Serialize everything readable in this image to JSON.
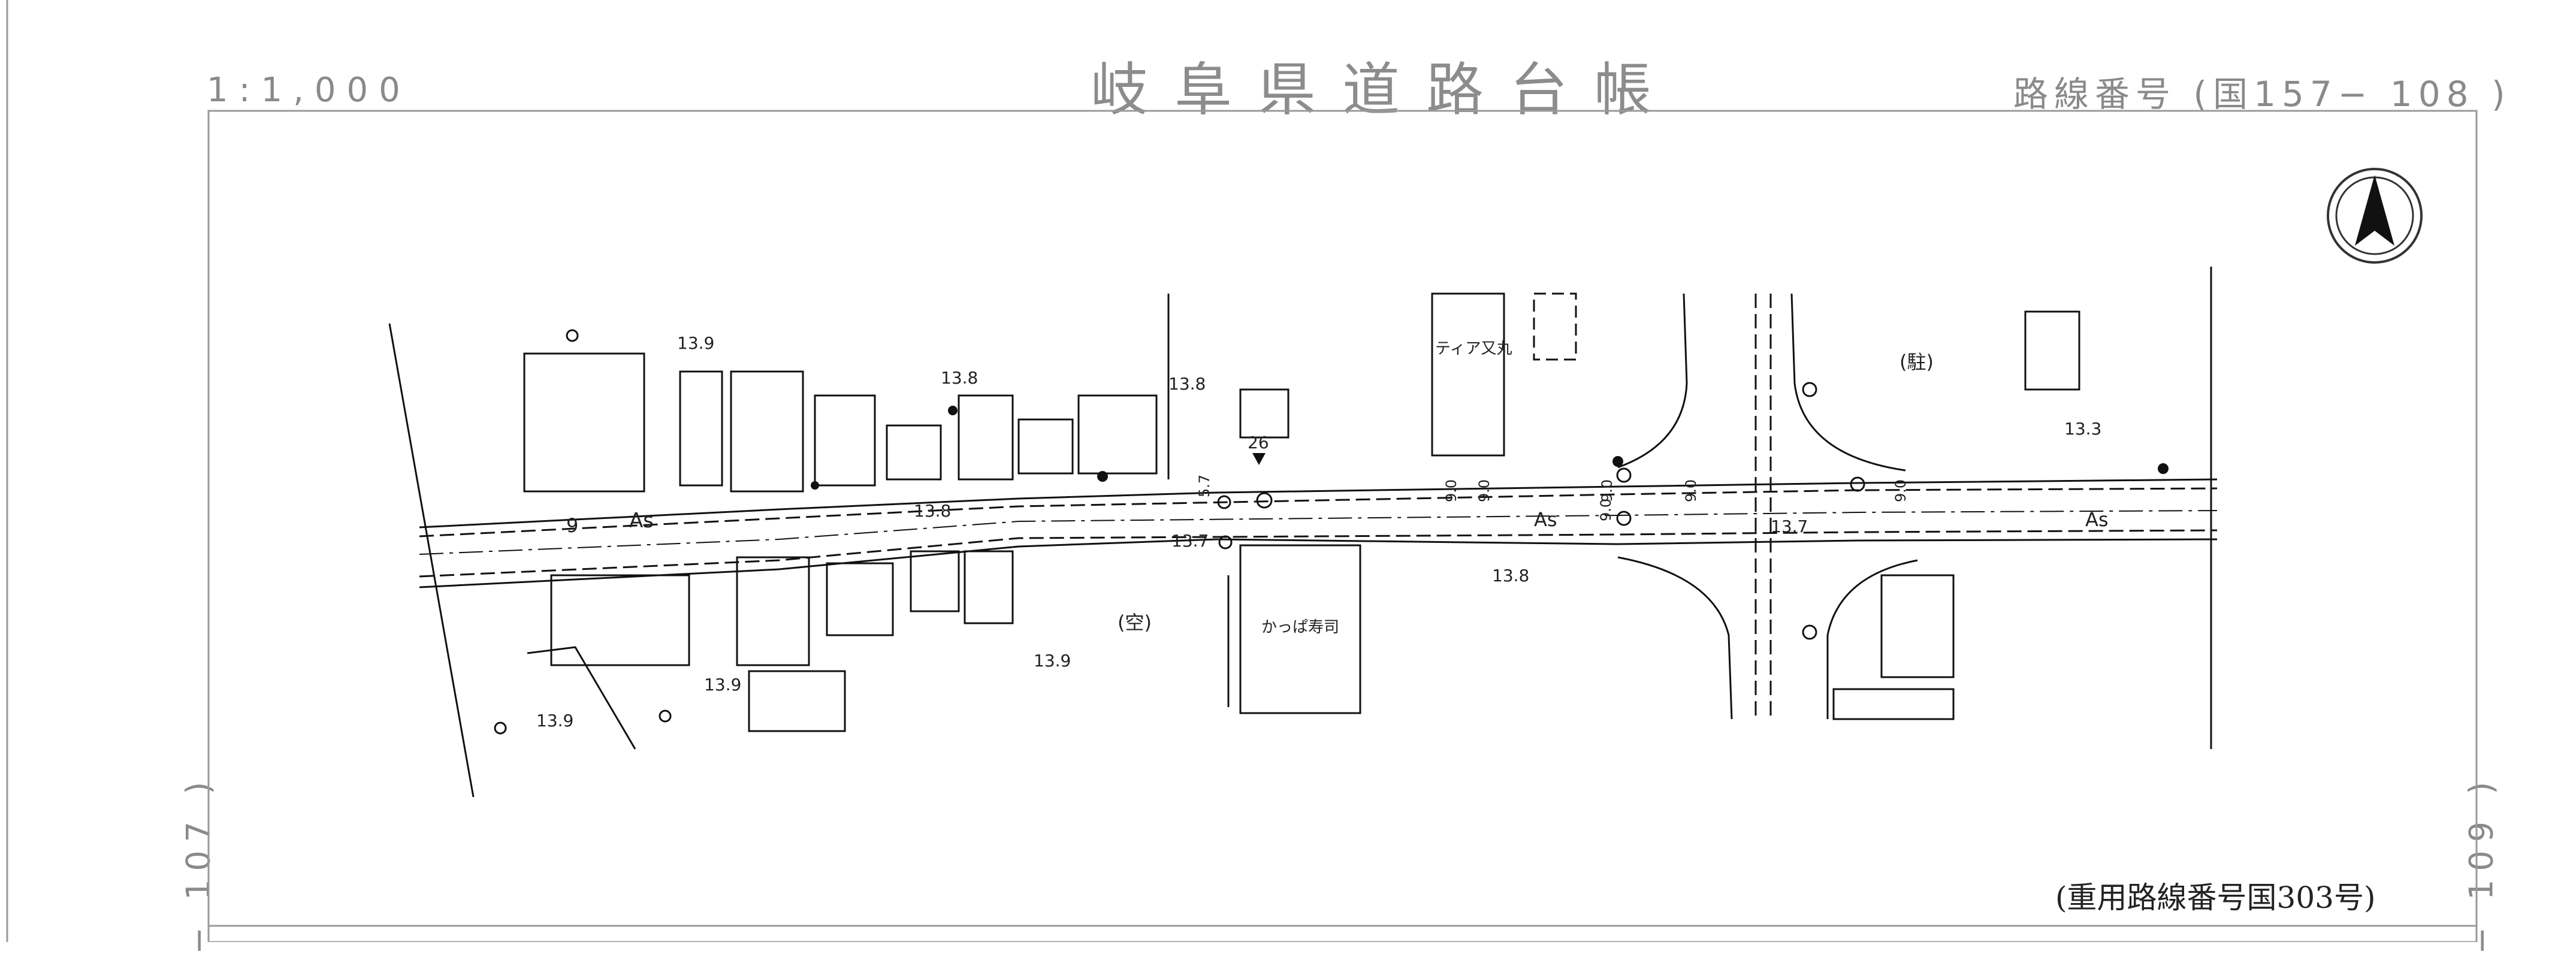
{
  "header": {
    "scale": "1:1,000",
    "title": "岐阜県道路台帳",
    "route_number": "路線番号 (国157− 108 )"
  },
  "adjacent_sheets": {
    "left": "− 107 )",
    "right": "− 109 )"
  },
  "footer": {
    "shared_route": "(重用路線番号国303号)"
  },
  "map": {
    "labels": {
      "ground_height_1": "13.9",
      "ground_height_2": "13.8",
      "ground_height_3": "13.8",
      "ground_height_4": "13.8",
      "ground_height_5": "13.7",
      "ground_height_6": "13.8",
      "ground_height_7": "13.9",
      "ground_height_8": "13.9",
      "ground_height_9": "13.9",
      "ground_height_10": "13.7",
      "ground_height_11": "13.3",
      "pavement_1": "As",
      "pavement_2": "As",
      "pavement_3": "As",
      "station_9": "9",
      "station_26": "26",
      "width_57": "5.7",
      "building_tiaramata": "ティア又丸",
      "building_kappa": "かっぱ寿司",
      "parking": "(駐)",
      "vacant": "(空)",
      "width_a": "9.0",
      "width_b": "9.0",
      "width_c": "9.0",
      "width_d": "9.0",
      "width_e": "9.0",
      "width_f": "9.0"
    },
    "north_arrow_icon": "north-arrow-icon",
    "colors": {
      "line": "#111111",
      "frame": "#999999",
      "text": "#8a8a8a"
    }
  }
}
